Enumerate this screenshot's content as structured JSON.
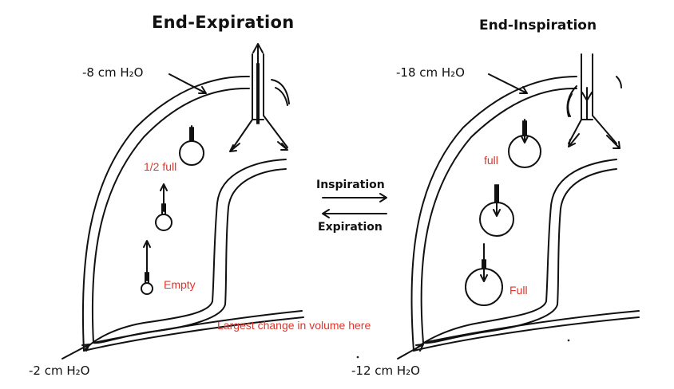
{
  "titles": {
    "left": "End-Expiration",
    "right": "End-Inspiration"
  },
  "pressures": {
    "left_top": "-8 cm H₂O",
    "left_bottom": "-2 cm H₂O",
    "right_top": "-18 cm H₂O",
    "right_bottom": "-12 cm H₂O"
  },
  "arrows": {
    "inspiration": "Inspiration",
    "expiration": "Expiration"
  },
  "annotations": {
    "left_top_alveolus": "1/2 full",
    "left_bottom_alveolus": "Empty",
    "right_top_alveolus": "full",
    "right_bottom_alveolus": "Full",
    "base_note": "Largest change in volume here"
  }
}
